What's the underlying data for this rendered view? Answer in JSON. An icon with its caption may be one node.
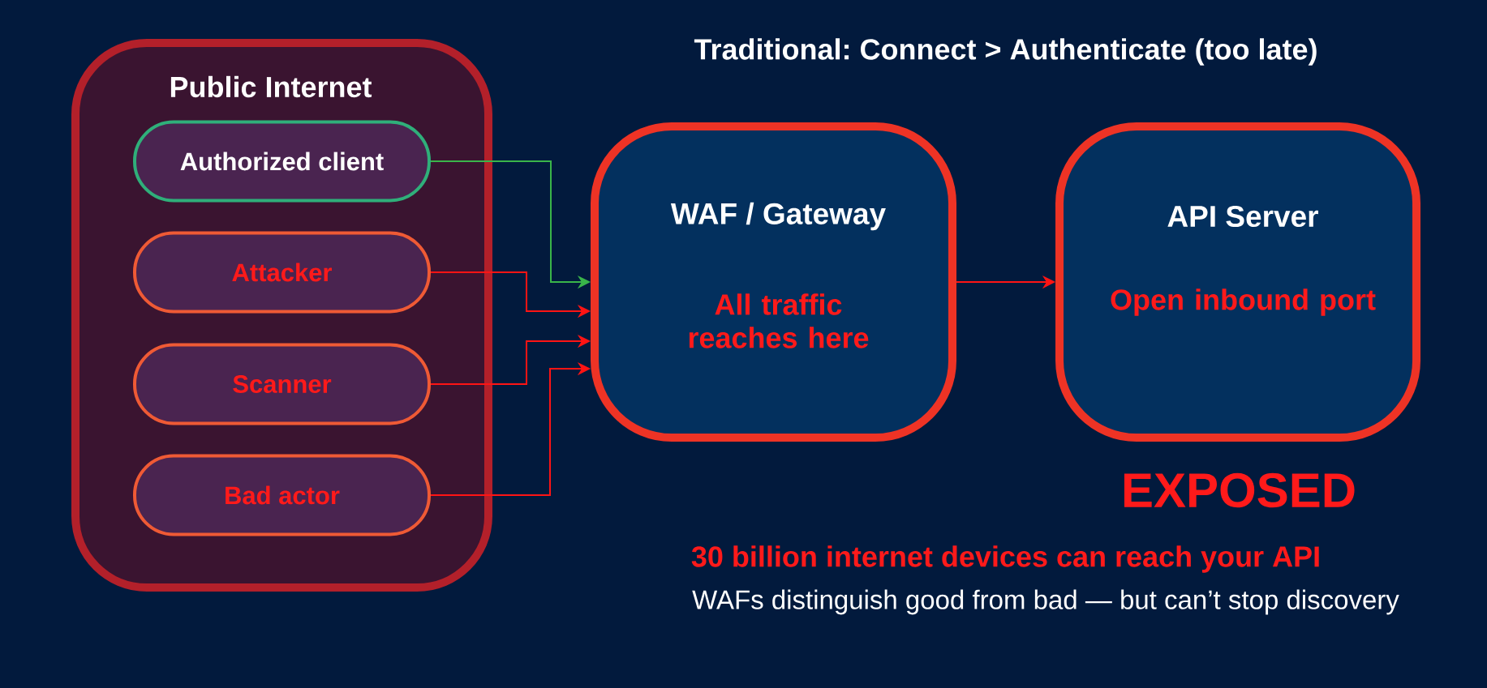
{
  "diagram": {
    "title": "Traditional: Connect > Authenticate (too late)",
    "nodes": [
      {
        "text": [
          "Public Internet"
        ]
      },
      {
        "text": [
          "Authorized client"
        ],
        "in": 0
      },
      {
        "text": [
          "Attacker"
        ],
        "in": 0
      },
      {
        "text": [
          "Scanner"
        ],
        "in": 0
      },
      {
        "text": [
          "Bad actor"
        ],
        "in": 0
      },
      {
        "text": [
          "WAF / Gateway",
          "All traffic reaches here"
        ]
      },
      {
        "text": [
          "API Server",
          "Open inbound port"
        ],
        "beside": [
          "EXPOSED"
        ]
      }
    ],
    "edges": [
      {
        "from": 1,
        "to": 5,
        "arrow": "to",
        "color": "#3ab54a"
      },
      {
        "from": 2,
        "to": 5,
        "arrow": "to"
      },
      {
        "from": 3,
        "to": 5,
        "arrow": "to"
      },
      {
        "from": 4,
        "to": 5,
        "arrow": "to"
      },
      {
        "from": 5,
        "to": 6,
        "arrow": "to"
      }
    ],
    "labels": [
      "30 billion internet devices can reach your API",
      "WAFs distinguish good from bad — but can’t stop discovery"
    ]
  }
}
